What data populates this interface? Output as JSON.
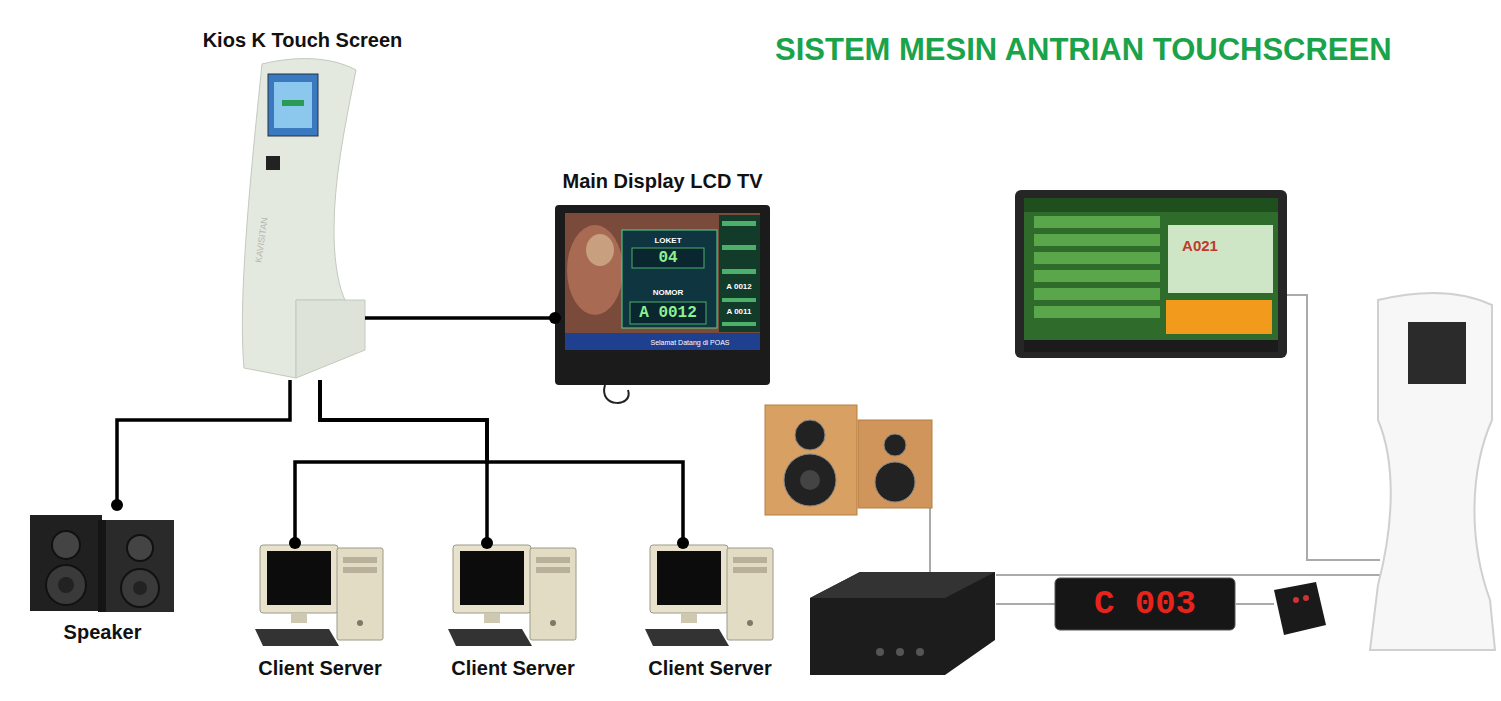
{
  "diagram": {
    "title": "SISTEM MESIN ANTRIAN TOUCHSCREEN",
    "nodes": [
      {
        "text": [
          "Kios K Touch Screen"
        ]
      },
      {
        "text": [
          "Main Display LCD TV"
        ]
      },
      {
        "text": [
          "Speaker"
        ]
      },
      {
        "text": [
          "Client Server"
        ]
      },
      {
        "text": [
          "Client Server"
        ]
      },
      {
        "text": [
          "Client Server"
        ]
      }
    ],
    "edges": [
      {
        "from": 0,
        "to": 1,
        "arrow": "none"
      },
      {
        "from": 0,
        "to": 2,
        "arrow": "none"
      },
      {
        "from": 0,
        "to": 3,
        "arrow": "none"
      },
      {
        "from": 0,
        "to": 4,
        "arrow": "none"
      },
      {
        "from": 0,
        "to": 5,
        "arrow": "none"
      }
    ],
    "labels": [
      "LOKET",
      "04",
      "NOMOR",
      "A 0012",
      "A 0012",
      "A 0011",
      "Selamat Datang di POAS",
      "KAVISITAN",
      "C 003",
      "A021"
    ]
  }
}
